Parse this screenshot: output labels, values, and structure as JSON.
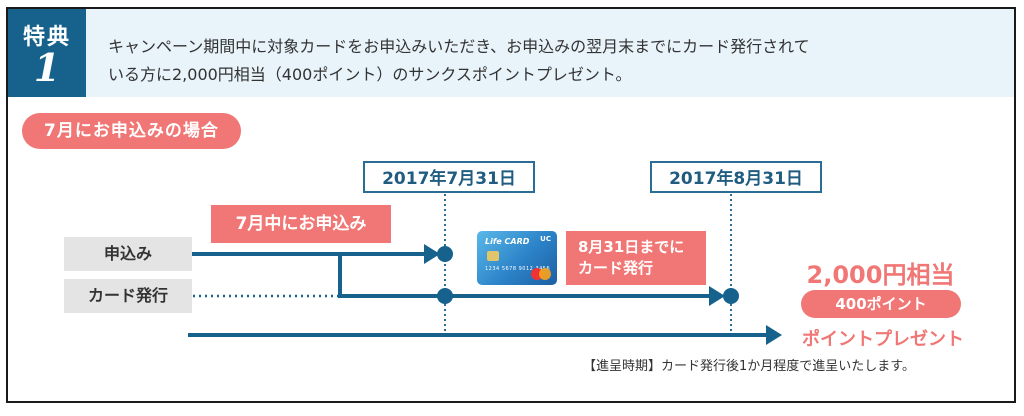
{
  "header": {
    "badge_label": "特典",
    "badge_number": "1",
    "text_line1": "キャンペーン期間中に対象カードをお申込みいただき、お申込みの翌月末までにカード発行されて",
    "text_line2": "いる方に2,000円相当（400ポイント）のサンクスポイントプレゼント。"
  },
  "case_label": "7月にお申込みの場合",
  "dates": [
    "2017年7月31日",
    "2017年8月31日"
  ],
  "rows": {
    "apply": "申込み",
    "issue": "カード発行"
  },
  "steps": {
    "apply_in_july": "7月中にお申込み",
    "issue_by_line1": "8月31日までに",
    "issue_by_line2": "カード発行"
  },
  "card": {
    "logo_text": "Life CARD",
    "brand_text": "UC",
    "number_text": "1234 5678 9012 3456"
  },
  "reward": {
    "amount": "2,000円相当",
    "points": "400ポイント",
    "present": "ポイントプレゼント"
  },
  "note": "【進呈時期】カード発行後1か月程度で進呈いたします。",
  "colors": {
    "primary_blue": "#17628d",
    "header_bg": "#e8f3fa",
    "accent_pink": "#f07775",
    "label_gray": "#e4e4e4"
  }
}
